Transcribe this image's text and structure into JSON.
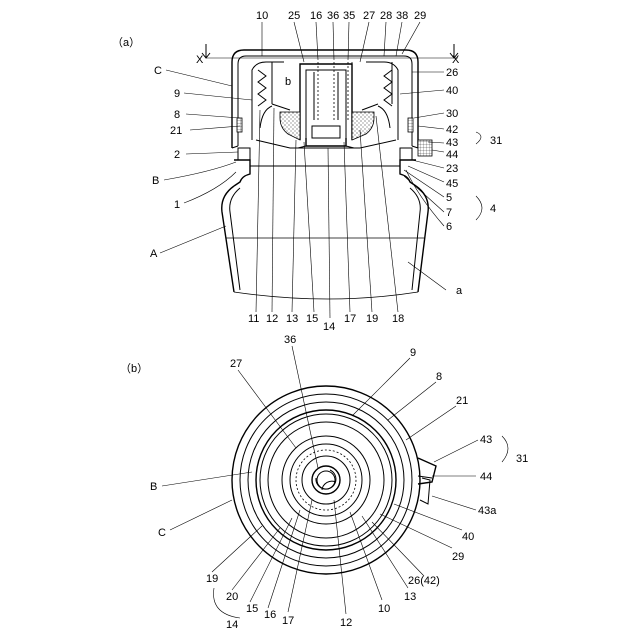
{
  "panels": {
    "a": {
      "label": "（a）"
    },
    "b": {
      "label": "（b）"
    }
  },
  "section": {
    "left": "X",
    "right": "X"
  },
  "labels_a": {
    "n10": "10",
    "n25": "25",
    "n16": "16",
    "n36": "36",
    "n35": "35",
    "n27": "27",
    "n28": "28",
    "n38": "38",
    "n29": "29",
    "C": "C",
    "n9": "9",
    "n8": "8",
    "n21": "21",
    "n2": "2",
    "B": "B",
    "n1": "1",
    "A": "A",
    "b": "b",
    "n26": "26",
    "n40": "40",
    "n30": "30",
    "n42": "42",
    "n43": "43",
    "n31": "31",
    "n44": "44",
    "n23": "23",
    "n45": "45",
    "n5": "5",
    "n7": "7",
    "n4": "4",
    "n6": "6",
    "a": "a",
    "n11": "11",
    "n12": "12",
    "n13": "13",
    "n15": "15",
    "n14": "14",
    "n17": "17",
    "n19": "19",
    "n18": "18"
  },
  "labels_b": {
    "n36": "36",
    "n27": "27",
    "n9": "9",
    "n8": "8",
    "n21": "21",
    "n43": "43",
    "n31": "31",
    "n44": "44",
    "B": "B",
    "n43a": "43a",
    "C": "C",
    "n40": "40",
    "n29": "29",
    "n26_42": "26(42)",
    "n19": "19",
    "n20": "20",
    "n15": "15",
    "n16": "16",
    "n17": "17",
    "n14": "14",
    "n12": "12",
    "n10": "10",
    "n13": "13"
  }
}
